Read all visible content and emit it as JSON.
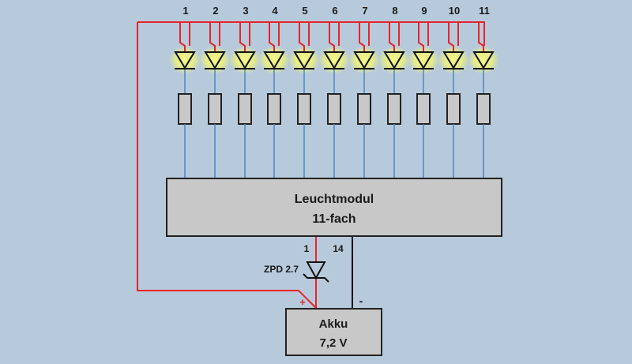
{
  "colors": {
    "background": "#b7cadb",
    "positive_wire": "#e8232a",
    "negative_wire": "#111111",
    "signal_wire": "#4a86c4",
    "led_glow": "#eef27a",
    "component_fill": "#c8c8c8"
  },
  "leds": {
    "numbers": [
      "1",
      "2",
      "3",
      "4",
      "5",
      "6",
      "7",
      "8",
      "9",
      "10",
      "11"
    ]
  },
  "module": {
    "title": "Leuchtmodul",
    "subtitle": "11-fach",
    "pin_positive": "1",
    "pin_negative": "14"
  },
  "zener": {
    "label": "ZPD 2.7"
  },
  "battery": {
    "title": "Akku",
    "voltage": "7,2 V",
    "plus_sign": "+",
    "minus_sign": "-"
  }
}
